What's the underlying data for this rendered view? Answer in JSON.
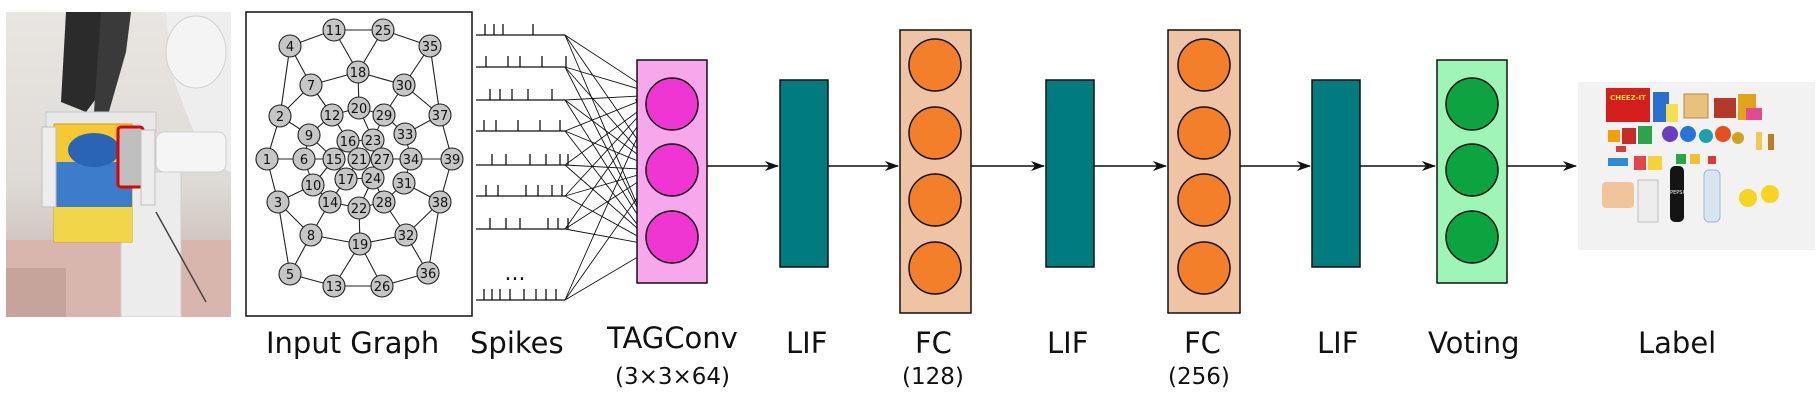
{
  "input_graph": {
    "nodes": [
      "1",
      "2",
      "3",
      "4",
      "5",
      "6",
      "7",
      "8",
      "9",
      "10",
      "11",
      "12",
      "13",
      "14",
      "15",
      "16",
      "17",
      "18",
      "19",
      "20",
      "21",
      "22",
      "23",
      "24",
      "25",
      "26",
      "27",
      "28",
      "29",
      "30",
      "31",
      "32",
      "33",
      "34",
      "35",
      "36",
      "37",
      "38",
      "39"
    ]
  },
  "spike_ellipsis": "...",
  "stages": {
    "input": {
      "label": "Input Graph"
    },
    "spikes": {
      "label": "Spikes"
    },
    "tagconv": {
      "label": "TAGConv",
      "sub": "(3×3×64)"
    },
    "lif1": {
      "label": "LIF"
    },
    "fc1": {
      "label": "FC",
      "sub": "(128)"
    },
    "lif2": {
      "label": "LIF"
    },
    "fc2": {
      "label": "FC",
      "sub": "(256)"
    },
    "lif3": {
      "label": "LIF"
    },
    "voting": {
      "label": "Voting"
    },
    "output": {
      "label": "Label"
    }
  },
  "objects_text": {
    "cheezit": "CHEEZ-IT",
    "pepsi": "PEPSI"
  },
  "colors": {
    "tagconv_bg": "#f7a8ec",
    "tagconv_node": "#ef35d2",
    "lif": "#007b7e",
    "fc_bg": "#eec4a4",
    "fc_node": "#f37f2b",
    "voting_bg": "#9ff5b6",
    "voting_node": "#0ca441",
    "node_gray": "#c6c6c6"
  }
}
